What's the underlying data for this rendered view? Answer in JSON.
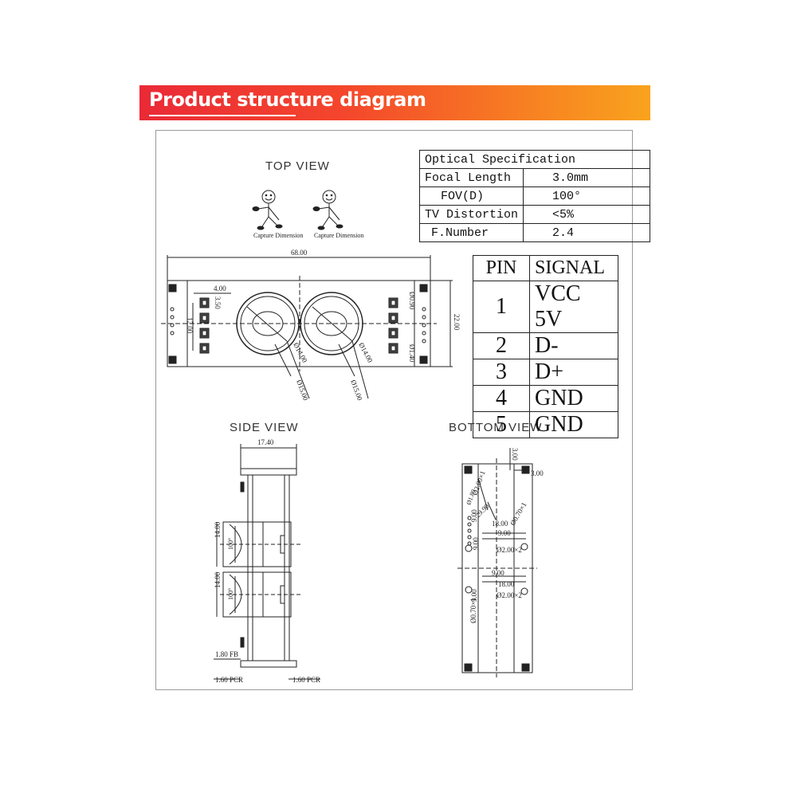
{
  "banner": {
    "title": "Product structure diagram"
  },
  "views": {
    "top": "TOP VIEW",
    "side": "SIDE VIEW",
    "bottom": "BOTTOM VIEW"
  },
  "optical_spec": {
    "title": "Optical Specification",
    "rows": [
      {
        "label": "Focal Length",
        "value": "3.0mm"
      },
      {
        "label": "FOV(D)",
        "value": "100°"
      },
      {
        "label": "TV Distortion",
        "value": "<5%"
      },
      {
        "label": "F.Number",
        "value": "2.4"
      }
    ]
  },
  "pin_table": {
    "headers": [
      "PIN",
      "SIGNAL"
    ],
    "rows": [
      {
        "pin": "1",
        "signal": "VCC 5V"
      },
      {
        "pin": "2",
        "signal": "D-"
      },
      {
        "pin": "3",
        "signal": "D+"
      },
      {
        "pin": "4",
        "signal": "GND"
      },
      {
        "pin": "5",
        "signal": "GND"
      }
    ]
  },
  "top_view_dims": {
    "width": "68.00",
    "height": "22.00",
    "offset": "4.00",
    "pad": "3.50",
    "pitch": "12.00",
    "hole_right": "Ø0.90",
    "hole_right2": "Ø1.40",
    "lens_inner_left": "Ø14.00",
    "lens_inner_right": "Ø14.00",
    "lens_outer_left": "Ø15.00",
    "lens_outer_right": "Ø15.00",
    "caption_left": "Capture Dimension",
    "caption_right": "Capture Dimension"
  },
  "side_view_dims": {
    "width": "17.40",
    "lens1": "14.00",
    "lens2": "14.00",
    "fov1": "100°",
    "fov2": "100°",
    "pcb_fb": "1.80 FB",
    "pcb_left": "1.60 PCR",
    "pcb_right": "1.60 PCR"
  },
  "bottom_view_dims": {
    "corner1": "3.00",
    "corner2": "3.00",
    "hole_a": "Ø2.00×1",
    "hole_b": "Ø1.80",
    "pitch_a": "29.90",
    "pitch_b": "9.00",
    "hole_c": "Ø0.70×1",
    "span1": "18.00",
    "span2": "9.00",
    "hole_d": "Ø2.00×2",
    "span3": "9.00",
    "span4": "18.00",
    "span5": "9.00",
    "hole_e": "Ø2.00×2",
    "hole_f": "Ø0.70×1"
  }
}
